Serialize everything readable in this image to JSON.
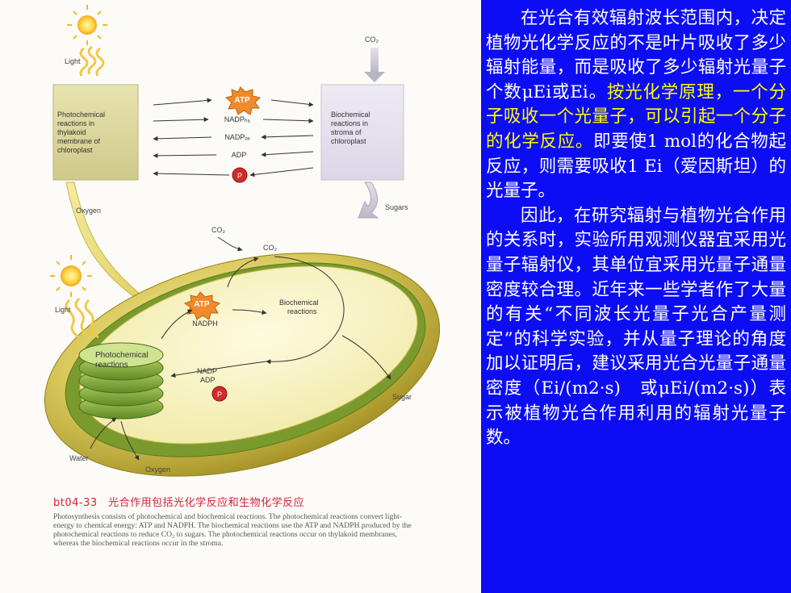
{
  "figure": {
    "top_panel": {
      "light": "Light",
      "co2_top": "CO₂",
      "left_box_lines": [
        "Photochemical",
        "reactions in",
        "thylakoid",
        "membrane of",
        "chloroplast"
      ],
      "right_box_lines": [
        "Biochemical",
        "reactions in",
        "stroma of",
        "chloroplast"
      ],
      "atp": "ATP",
      "nadph": "NADPₕ₅",
      "nadpox": "NADPₒₓ",
      "adp": "ADP",
      "p": "P",
      "oxygen": "Oxygen",
      "sugars": "Sugars"
    },
    "bottom_panel": {
      "co2_outer": "CO₂",
      "co2_inner": "CO₂",
      "atp": "ATP",
      "nadph": "NADPH",
      "biochemical_lines": [
        "Biochemical",
        "reactions"
      ],
      "light": "Light",
      "photochemical_lines": [
        "Photochemical",
        "reactions"
      ],
      "nadp": "NADP",
      "adp": "ADP",
      "p": "P",
      "sugar": "Sugar",
      "water": "Water",
      "oxygen": "Oxygen"
    },
    "caption": {
      "title": "bt04-33　光合作用包括光化学反应和生物化学反应",
      "body": "Photosynthesis consists of photochemical and biochemical reactions. The photochemical reactions convert light-energy to chemical energy: ATP and NADPH. The biochemical reactions use the ATP and NADPH produced by the photochemical reactions to reduce CO₂ to sugars. The photochemical reactions occur on thylakoid membranes, whereas the biochemical reactions occur in the stroma."
    }
  },
  "text_panel": {
    "p1_before": "在光合有效辐射波长范围内，决定植物光化学反应的不是叶片吸收了多少辐射能量，而是吸收了多少辐射光量子个数μEi或Ei。",
    "p1_highlight": "按光化学原理，一个分子吸收一个光量子，可以引起一个分子的化学反应。",
    "p1_after": "即要使1 mol的化合物起反应，则需要吸收1 Ei（爱因斯坦）的光量子。",
    "p2": "因此，在研究辐射与植物光合作用的关系时，实验所用观测仪器宜采用光量子辐射仪，其单位宜采用光量子通量密度较合理。近年来一些学者作了大量的有关“不同波长光量子光合产量测定”的科学实验，并从量子理论的角度加以证明后，建议采用光合光量子通量密度（Ei/(m2·s)　或μEi/(m2·s)）表示被植物光合作用利用的辐射光量子数。"
  },
  "colors": {
    "panel_blue": "#0d0df5",
    "highlight_yellow": "#ffff00",
    "caption_red": "#d4213a",
    "atp_orange": "#f08a2a",
    "p_red": "#d42a2a",
    "olive_box": "#d9d59a",
    "lavender_box": "#e6e1ee"
  }
}
